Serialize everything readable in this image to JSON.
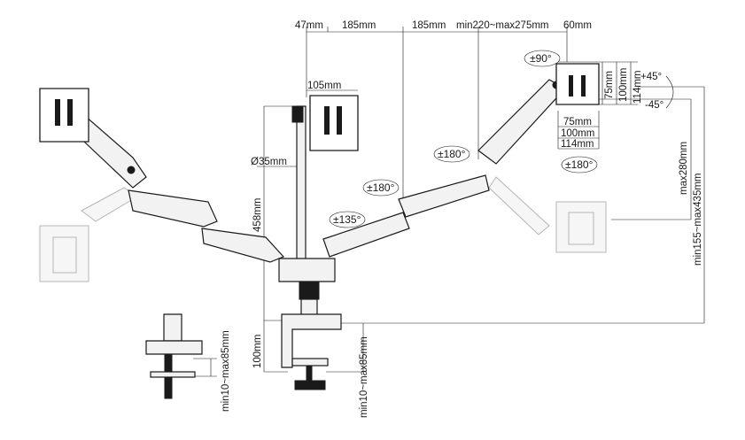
{
  "diagram": {
    "labels": {
      "top_offset": "47mm",
      "arm_segment_1": "185mm",
      "arm_segment_2": "185mm",
      "arm_reach": "min220~max275mm",
      "tilt_offset": "60mm",
      "center_plate_height": "105mm",
      "pole_diameter": "Ø35mm",
      "pole_height": "458mm",
      "height_range": "max280mm",
      "total_height": "min155~max435mm",
      "clamp_height": "100mm",
      "clamp_thickness": "min10~max85mm",
      "grommet_thickness": "min10~max85mm",
      "vesa_v_75": "75mm",
      "vesa_v_100": "100mm",
      "vesa_v_114": "114mm",
      "vesa_h_75": "75mm",
      "vesa_h_100": "100mm",
      "vesa_h_114": "114mm",
      "tilt_up": "+45°",
      "tilt_down": "-45°"
    },
    "rotations": {
      "plate_rotate": "±90°",
      "head_swivel": "±180°",
      "elbow_swivel": "±180°",
      "arm_swivel": "±180°",
      "base_swivel": "±135°"
    }
  }
}
